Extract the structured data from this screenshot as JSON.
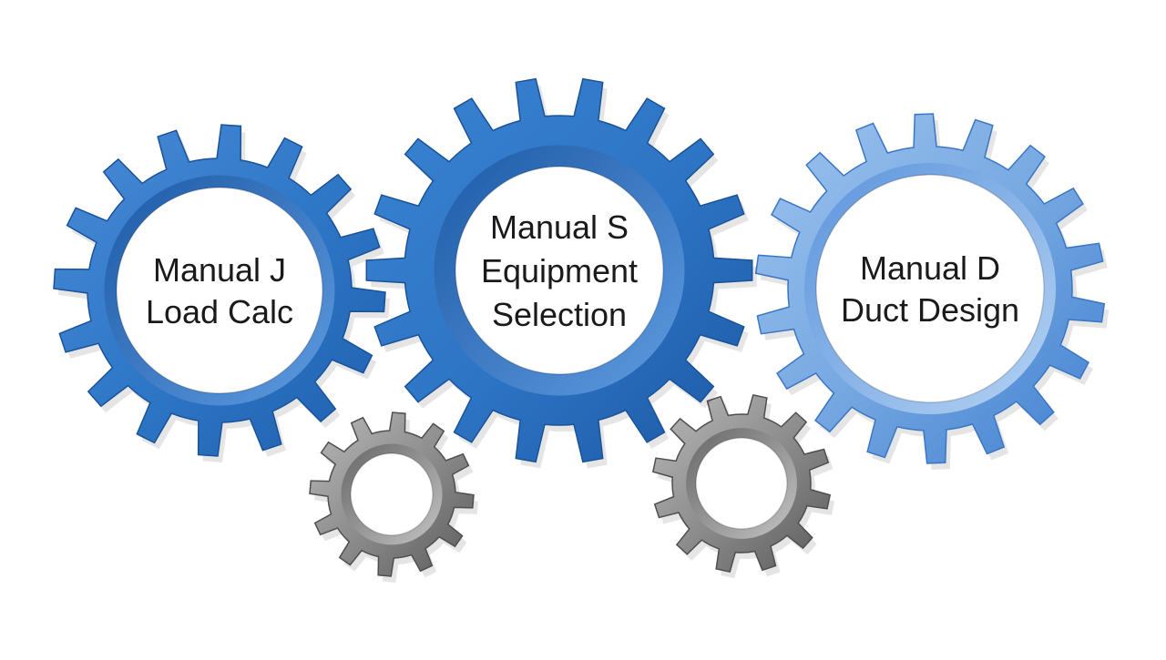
{
  "colors": {
    "background": "#ffffff",
    "blue_dark": "#1f5fae",
    "blue_mid": "#2f78c8",
    "blue_light": "#6aa0dd",
    "blue_pale": "#8fbaea",
    "steel_dark": "#5e5e5e",
    "steel_light": "#a9a9a9",
    "text": "#1a1a1a"
  },
  "gears": [
    {
      "id": "manual-j",
      "color_scheme": "blue",
      "lines": [
        "Manual J",
        "Load Calc"
      ]
    },
    {
      "id": "manual-s",
      "color_scheme": "blue",
      "lines": [
        "Manual S",
        "Equipment",
        "Selection"
      ]
    },
    {
      "id": "manual-d",
      "color_scheme": "light-blue",
      "lines": [
        "Manual D",
        "Duct Design"
      ]
    },
    {
      "id": "small-left",
      "color_scheme": "steel",
      "lines": []
    },
    {
      "id": "small-right",
      "color_scheme": "steel",
      "lines": []
    }
  ]
}
